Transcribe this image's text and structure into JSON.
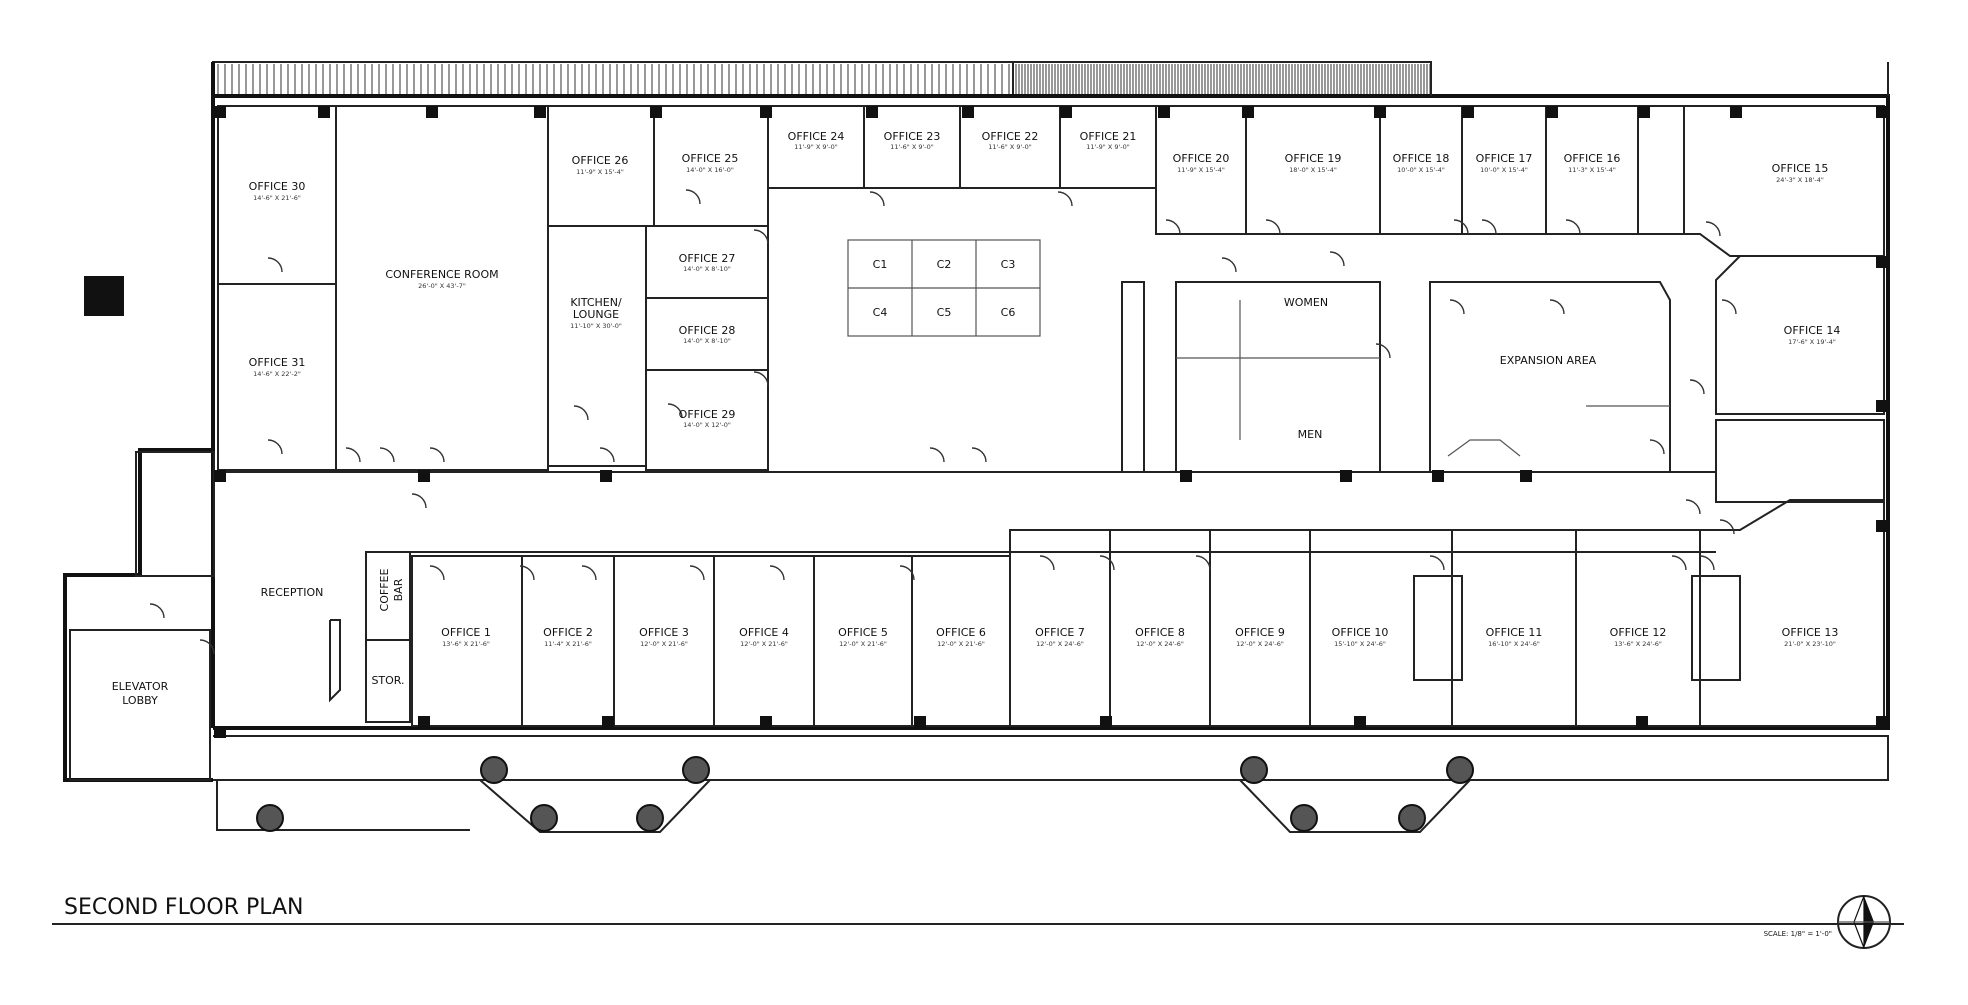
{
  "plan": {
    "title": "SECOND FLOOR PLAN",
    "scale": "SCALE: 1/8\" = 1'-0\""
  },
  "rooms": {
    "office1": {
      "name": "OFFICE 1",
      "dim": "13'-6\" X 21'-6\""
    },
    "office2": {
      "name": "OFFICE 2",
      "dim": "11'-4\" X 21'-6\""
    },
    "office3": {
      "name": "OFFICE 3",
      "dim": "12'-0\" X 21'-6\""
    },
    "office4": {
      "name": "OFFICE 4",
      "dim": "12'-0\" X 21'-6\""
    },
    "office5": {
      "name": "OFFICE 5",
      "dim": "12'-0\" X 21'-6\""
    },
    "office6": {
      "name": "OFFICE 6",
      "dim": "12'-0\" X 21'-6\""
    },
    "office7": {
      "name": "OFFICE 7",
      "dim": "12'-0\" X 24'-6\""
    },
    "office8": {
      "name": "OFFICE 8",
      "dim": "12'-0\" X 24'-6\""
    },
    "office9": {
      "name": "OFFICE 9",
      "dim": "12'-0\" X 24'-6\""
    },
    "office10": {
      "name": "OFFICE 10",
      "dim": "15'-10\" X 24'-6\""
    },
    "office11": {
      "name": "OFFICE 11",
      "dim": "16'-10\" X 24'-6\""
    },
    "office12": {
      "name": "OFFICE 12",
      "dim": "13'-6\" X 24'-6\""
    },
    "office13": {
      "name": "OFFICE 13",
      "dim": "21'-0\" X 23'-10\""
    },
    "office14": {
      "name": "OFFICE 14",
      "dim": "17'-6\" X 19'-4\""
    },
    "office15": {
      "name": "OFFICE 15",
      "dim": "24'-3\" X 18'-4\""
    },
    "office16": {
      "name": "OFFICE 16",
      "dim": "11'-3\" X 15'-4\""
    },
    "office17": {
      "name": "OFFICE 17",
      "dim": "10'-0\" X 15'-4\""
    },
    "office18": {
      "name": "OFFICE 18",
      "dim": "10'-0\" X 15'-4\""
    },
    "office19": {
      "name": "OFFICE 19",
      "dim": "18'-0\" X 15'-4\""
    },
    "office20": {
      "name": "OFFICE 20",
      "dim": "11'-9\" X 15'-4\""
    },
    "office21": {
      "name": "OFFICE 21",
      "dim": "11'-9\" X 9'-0\""
    },
    "office22": {
      "name": "OFFICE 22",
      "dim": "11'-6\" X 9'-0\""
    },
    "office23": {
      "name": "OFFICE 23",
      "dim": "11'-6\" X 9'-0\""
    },
    "office24": {
      "name": "OFFICE 24",
      "dim": "11'-9\" X 9'-0\""
    },
    "office25": {
      "name": "OFFICE 25",
      "dim": "14'-0\" X 16'-0\""
    },
    "office26": {
      "name": "OFFICE 26",
      "dim": "11'-9\" X 15'-4\""
    },
    "office27": {
      "name": "OFFICE 27",
      "dim": "14'-0\" X 8'-10\""
    },
    "office28": {
      "name": "OFFICE 28",
      "dim": "14'-0\" X 8'-10\""
    },
    "office29": {
      "name": "OFFICE 29",
      "dim": "14'-0\" X 12'-0\""
    },
    "office30": {
      "name": "OFFICE 30",
      "dim": "14'-6\" X 21'-6\""
    },
    "office31": {
      "name": "OFFICE 31",
      "dim": "14'-6\" X 22'-2\""
    },
    "conference": {
      "name": "CONFERENCE ROOM",
      "dim": "26'-0\" X 43'-7\""
    },
    "kitchen": {
      "name1": "KITCHEN/",
      "name2": "LOUNGE",
      "dim": "11'-10\" X 30'-0\""
    },
    "women": {
      "name": "WOMEN"
    },
    "men": {
      "name": "MEN"
    },
    "expansion": {
      "name": "EXPANSION AREA"
    },
    "reception": {
      "name": "RECEPTION"
    },
    "elevator": {
      "name1": "ELEVATOR",
      "name2": "LOBBY"
    },
    "coffee": {
      "name1": "COFFEE",
      "name2": "BAR"
    },
    "stor": {
      "name": "STOR."
    }
  },
  "cubicles": [
    "C1",
    "C2",
    "C3",
    "C4",
    "C5",
    "C6"
  ]
}
